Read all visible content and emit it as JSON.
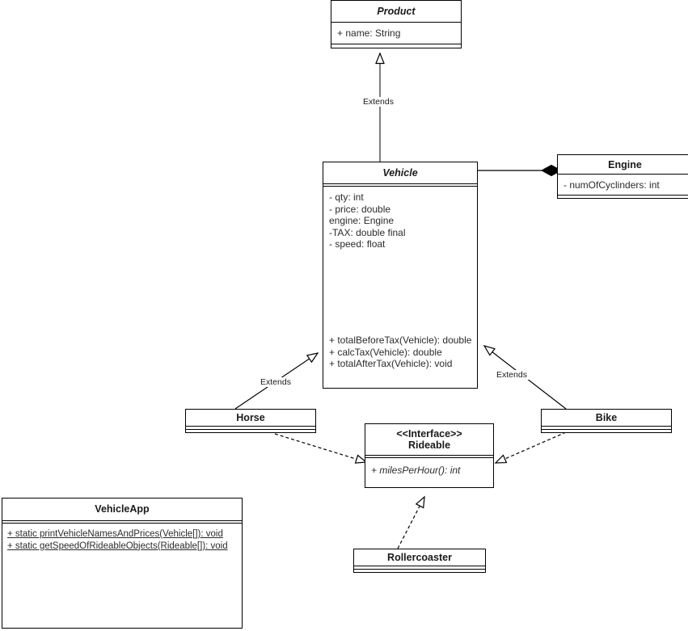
{
  "diagram": {
    "type": "uml-class-diagram",
    "title": "Vehicle UML Class Diagram",
    "background": "#ffffff",
    "line_color": "#000000"
  },
  "classes": {
    "product": {
      "name": "Product",
      "stereotype": "",
      "abstract": true,
      "attributes": [
        "+ name: String"
      ],
      "methods": []
    },
    "vehicle": {
      "name": "Vehicle",
      "stereotype": "",
      "abstract": true,
      "attributes": [
        "- qty: int",
        "- price: double",
        "engine: Engine",
        "-TAX: double final",
        "- speed: float"
      ],
      "methods": [
        "+ totalBeforeTax(Vehicle): double",
        "+ calcTax(Vehicle): double",
        "+ totalAfterTax(Vehicle): void"
      ]
    },
    "engine": {
      "name": "Engine",
      "stereotype": "",
      "abstract": false,
      "attributes": [
        "- numOfCyclinders: int"
      ],
      "methods": []
    },
    "horse": {
      "name": "Horse",
      "stereotype": "",
      "abstract": false,
      "attributes": [],
      "methods": []
    },
    "bike": {
      "name": "Bike",
      "stereotype": "",
      "abstract": false,
      "attributes": [],
      "methods": []
    },
    "rideable": {
      "name": "Rideable",
      "stereotype": "<<Interface>>",
      "abstract": false,
      "attributes": [],
      "methods": [
        "+ milesPerHour(): int"
      ]
    },
    "rollercoaster": {
      "name": "Rollercoaster",
      "stereotype": "",
      "abstract": false,
      "attributes": [],
      "methods": []
    },
    "vehicleapp": {
      "name": "VehicleApp",
      "stereotype": "",
      "abstract": false,
      "attributes": [],
      "methods": [
        "+ static printVehicleNamesAndPrices(Vehicle[]): void",
        "+ static getSpeedOfRideableObjects(Rideable[]): void"
      ]
    }
  },
  "relationships": [
    {
      "id": "vehicle-extends-product",
      "from": "Vehicle",
      "to": "Product",
      "label": "Extends",
      "kind": "generalization"
    },
    {
      "id": "vehicle-composes-engine",
      "from": "Vehicle",
      "to": "Engine",
      "label": "",
      "kind": "composition"
    },
    {
      "id": "horse-extends-vehicle",
      "from": "Horse",
      "to": "Vehicle",
      "label": "Extends",
      "kind": "generalization"
    },
    {
      "id": "bike-extends-vehicle",
      "from": "Bike",
      "to": "Vehicle",
      "label": "Extends",
      "kind": "generalization"
    },
    {
      "id": "horse-implements-rideable",
      "from": "Horse",
      "to": "Rideable",
      "label": "",
      "kind": "realization"
    },
    {
      "id": "bike-implements-rideable",
      "from": "Bike",
      "to": "Rideable",
      "label": "",
      "kind": "realization"
    },
    {
      "id": "rollercoaster-implements-rideable",
      "from": "Rollercoaster",
      "to": "Rideable",
      "label": "",
      "kind": "realization"
    }
  ],
  "edge_labels": {
    "vehicle_product": "Extends",
    "horse_vehicle": "Extends",
    "bike_vehicle": "Extends"
  }
}
